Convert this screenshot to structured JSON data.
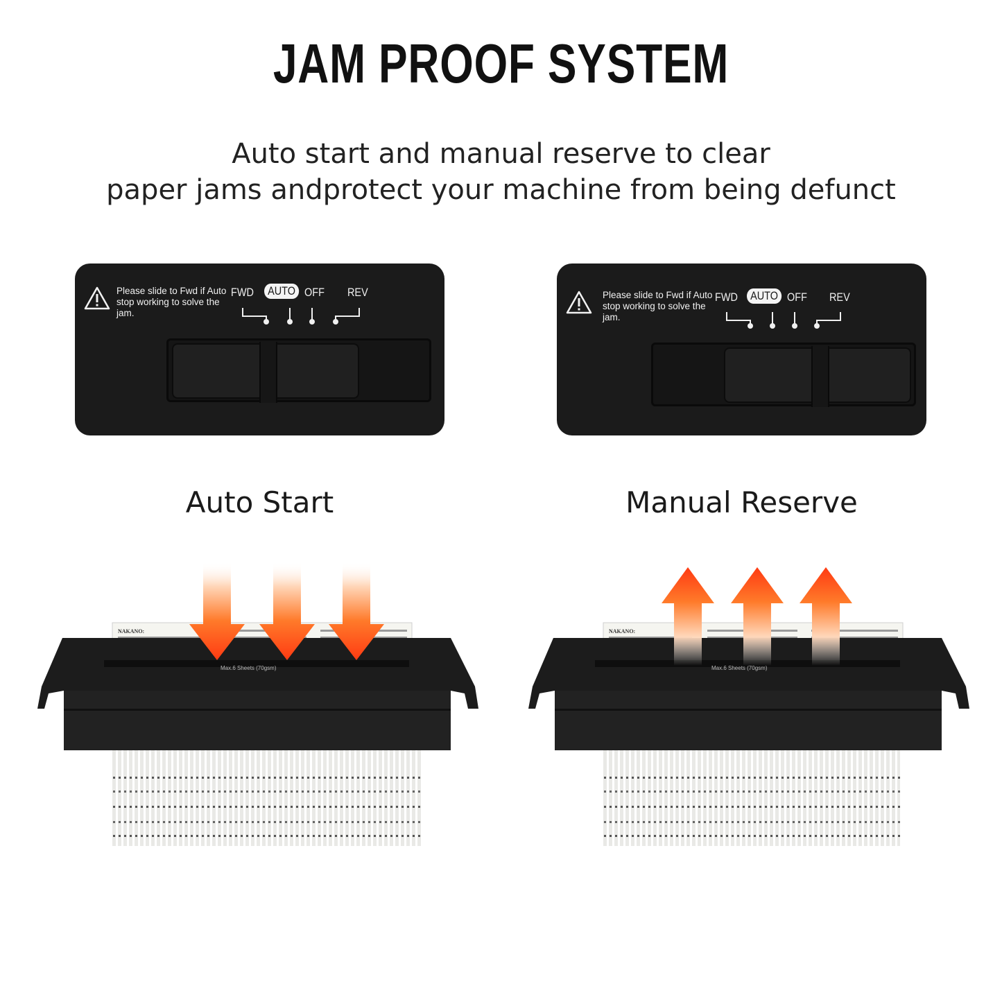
{
  "heading": {
    "title": "JAM PROOF SYSTEM",
    "subtitle_line1": "Auto start and manual reserve to clear",
    "subtitle_line2": "paper jams andprotect your machine from being defunct"
  },
  "panels": [
    {
      "warning_text": "Please slide to Fwd if Auto stop working to solve the jam.",
      "modes": [
        "FWD",
        "AUTO",
        "OFF",
        "REV"
      ],
      "selected_mode": "AUTO",
      "icon": "warning-triangle-icon"
    },
    {
      "warning_text": "Please slide to Fwd if Auto stop working to solve the jam.",
      "modes": [
        "FWD",
        "AUTO",
        "OFF",
        "REV"
      ],
      "selected_mode": "REV",
      "icon": "warning-triangle-icon"
    }
  ],
  "captions": {
    "left": "Auto Start",
    "right": "Manual Reserve"
  },
  "shredder": {
    "paper_label": "NAKANO:",
    "capacity_label": "Max.6 Sheets (70gsm)"
  },
  "colors": {
    "arrow_top": "#ffe0c8",
    "arrow_mid": "#ff7a2a",
    "arrow_bottom": "#ff3a12",
    "panel_bg": "#1b1b1b"
  }
}
